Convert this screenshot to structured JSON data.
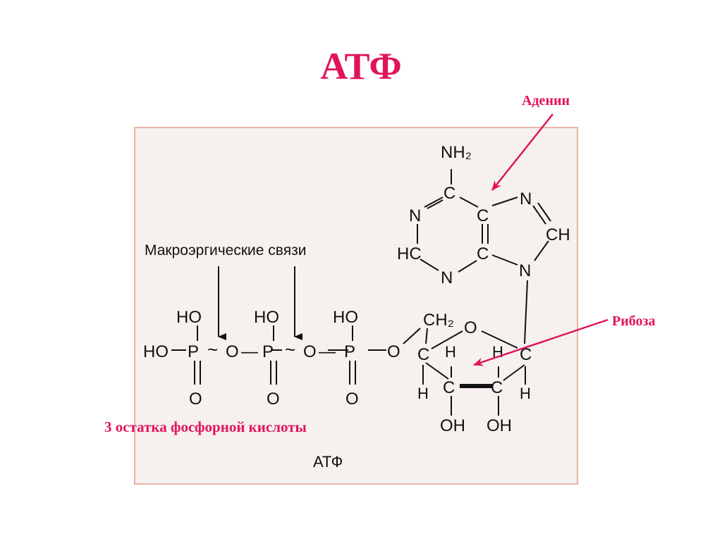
{
  "title": "АТФ",
  "colors": {
    "accent": "#e0145c",
    "ink": "#111111",
    "frame_border": "#e8b4a8",
    "frame_fill": "#f6f1ee"
  },
  "callouts": {
    "adenine": "Аденин",
    "ribose": "Рибоза",
    "phosphates": "3 остатка фосфорной кислоты"
  },
  "figure": {
    "bonds_label": "Макроэргические связи",
    "caption": "АТФ",
    "atoms": {
      "nh2": "NH₂",
      "c": "C",
      "n": "N",
      "hc": "HC",
      "ch": "CH",
      "ch2": "CH₂",
      "o": "O",
      "h": "H",
      "ho": "HO",
      "oh": "OH",
      "p": "P",
      "tilde": "~",
      "dash": "—"
    }
  }
}
